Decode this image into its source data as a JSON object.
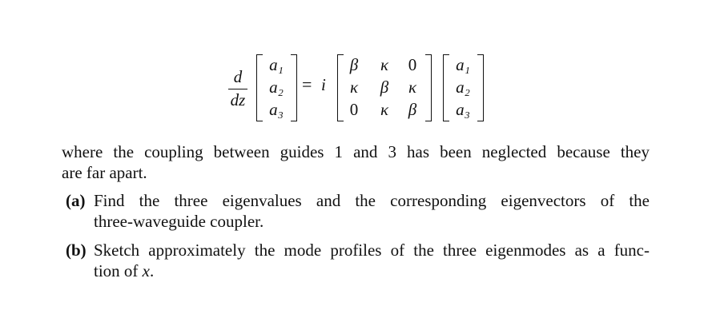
{
  "equation": {
    "frac_num": "d",
    "frac_den": "dz",
    "lhs_vector": [
      "a₁",
      "a₂",
      "a₃"
    ],
    "equals": "=",
    "imag_unit": "i",
    "matrix": [
      [
        "β",
        "κ",
        "0"
      ],
      [
        "κ",
        "β",
        "κ"
      ],
      [
        "0",
        "κ",
        "β"
      ]
    ],
    "rhs_vector": [
      "a₁",
      "a₂",
      "a₃"
    ]
  },
  "text": {
    "line1": "where the coupling between guides 1 and 3 has been neglected because they",
    "line2": "are far apart.",
    "part_a_label": "(a)",
    "part_a_line1": "Find the three eigenvalues and the corresponding eigenvectors of the",
    "part_a_line2": "three-waveguide coupler.",
    "part_b_label": "(b)",
    "part_b_line1": "Sketch approximately the mode profiles of the three eigenmodes as a func-",
    "part_b_line2_prefix": "tion of ",
    "part_b_line2_var": "x",
    "part_b_line2_suffix": "."
  }
}
